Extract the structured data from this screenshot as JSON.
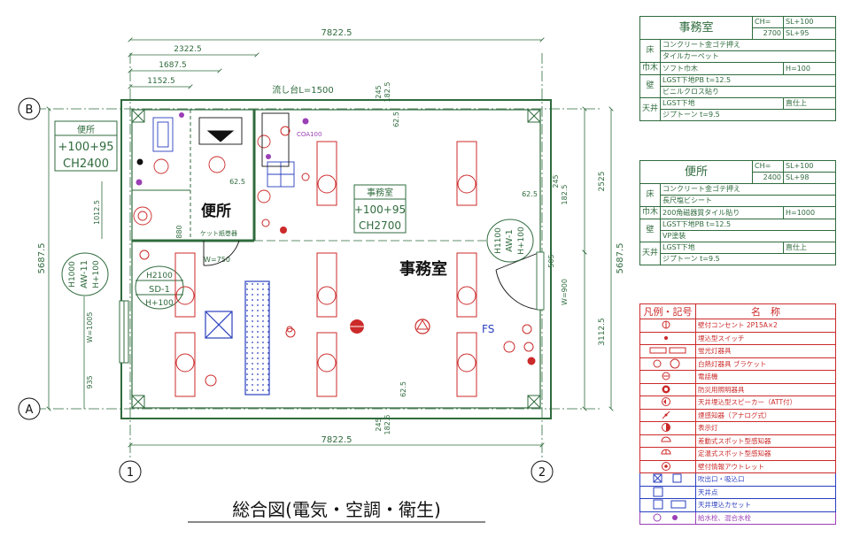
{
  "drawing": {
    "title": "総合図(電気・空調・衛生)",
    "dimensions": {
      "overall_top": "7822.5",
      "overall_bottom": "7822.5",
      "d1": "2322.5",
      "d2": "1687.5",
      "d3": "1152.5",
      "sink": "流し台L=1500",
      "v245a": "245",
      "v182a": "182.5",
      "v62a": "62.5",
      "v245b": "245",
      "v182b": "182.5",
      "v62b": "62.5",
      "v62c": "62.5",
      "v62d": "62.5",
      "v1012": "1012.5",
      "v880": "880",
      "w750": "W=750",
      "v2525": "2525",
      "v505": "505",
      "w900": "W=900",
      "v3112": "3112.5",
      "v245c": "245",
      "v182c": "182.5",
      "left_total": "5687.5",
      "right_total": "5687.5",
      "w1005": "W=1005",
      "v935": "935"
    },
    "grid": {
      "row_b": "B",
      "row_a": "A",
      "col_1": "1",
      "col_2": "2"
    },
    "labels": {
      "toilet": "便所",
      "office": "事務室",
      "toilet_tag": {
        "name": "便所",
        "l1": "+100+95",
        "l2": "CH2400"
      },
      "office_tag": {
        "name": "事務室",
        "l1": "+100+95",
        "l2": "CH2700"
      },
      "left_door": {
        "a": "H2100",
        "b": "SD-1",
        "c": "H+100"
      },
      "left_window": {
        "a": "H1000",
        "b": "AW-11",
        "c": "H+100"
      },
      "right_window": {
        "a": "H1100",
        "b": "AW-1",
        "c": "H+100"
      },
      "toilet_note": "ケット紙巻器",
      "coa": "COA100",
      "fs": "FS"
    },
    "colors": {
      "green": "#2f6b3d",
      "red": "#cc2a2a",
      "blue": "#2a3fbf",
      "purple": "#9b3fb5",
      "black": "#111111"
    }
  },
  "finish_tables": [
    {
      "room": "事務室",
      "ch_label": "CH=",
      "ch_value": "2700",
      "sl1": "SL+100",
      "sl2": "SL+95",
      "rows": [
        {
          "cat": "床",
          "lines": [
            "コンクリート金ゴテ押え",
            "タイルカーペット"
          ]
        },
        {
          "cat": "巾木",
          "lines": [
            "ソフト巾木"
          ],
          "extra": "H=100"
        },
        {
          "cat": "壁",
          "lines": [
            "LGST下地PB t=12.5",
            "ビニルクロス貼り"
          ]
        },
        {
          "cat": "天井",
          "lines": [
            "LGST下地",
            "ジプトーン t=9.5"
          ],
          "extra": "直仕上"
        }
      ]
    },
    {
      "room": "便所",
      "ch_label": "CH=",
      "ch_value": "2400",
      "sl1": "SL+100",
      "sl2": "SL+98",
      "rows": [
        {
          "cat": "床",
          "lines": [
            "コンクリート金ゴテ押え",
            "長尺塩ビシート"
          ]
        },
        {
          "cat": "巾木",
          "lines": [
            "200角磁器質タイル貼り"
          ],
          "extra": "H=1000"
        },
        {
          "cat": "壁",
          "lines": [
            "LGST下地PB t=12.5",
            "VP塗装"
          ]
        },
        {
          "cat": "天井",
          "lines": [
            "LGST下地",
            "ジプトーン t=9.5"
          ],
          "extra": "直仕上"
        }
      ]
    }
  ],
  "legend": {
    "header_symbol": "凡例・記号",
    "header_name": "名　称",
    "items": [
      {
        "icon": "duplex-outlet-icon",
        "label": "壁付コンセント 2P15A×2",
        "color": "red"
      },
      {
        "icon": "switch-icon",
        "label": "埋込型スイッチ",
        "color": "red"
      },
      {
        "icon": "fluorescent-light-icon",
        "label": "蛍光灯器具",
        "color": "red"
      },
      {
        "icon": "incandescent-light-icon",
        "label": "白熱灯器具 ブラケット",
        "color": "red"
      },
      {
        "icon": "bell-icon",
        "label": "電話機",
        "color": "red"
      },
      {
        "icon": "emergency-light-icon",
        "label": "防災用照明器具",
        "color": "red"
      },
      {
        "icon": "ceiling-speaker-icon",
        "label": "天井埋込型スピーカー（ATT付）",
        "color": "red"
      },
      {
        "icon": "smoke-detector-icon",
        "label": "煙感知器（アナログ式）",
        "color": "red"
      },
      {
        "icon": "indicator-light-icon",
        "label": "表示灯",
        "color": "red"
      },
      {
        "icon": "spot-detector-icon",
        "label": "差動式スポット型感知器",
        "color": "red"
      },
      {
        "icon": "fixed-temp-detector-icon",
        "label": "定温式スポット型感知器",
        "color": "red"
      },
      {
        "icon": "data-outlet-icon",
        "label": "壁付情報アウトレット",
        "color": "red"
      },
      {
        "icon": "air-outlet-icon",
        "label": "吹出口・吸込口",
        "color": "blue"
      },
      {
        "icon": "ceiling-inspection-icon",
        "label": "天井点",
        "color": "blue"
      },
      {
        "icon": "ceiling-cassette-icon",
        "label": "天井埋込カセット",
        "color": "blue"
      },
      {
        "icon": "water-supply-icon",
        "label": "給水栓、混合水栓",
        "color": "purple"
      }
    ]
  }
}
